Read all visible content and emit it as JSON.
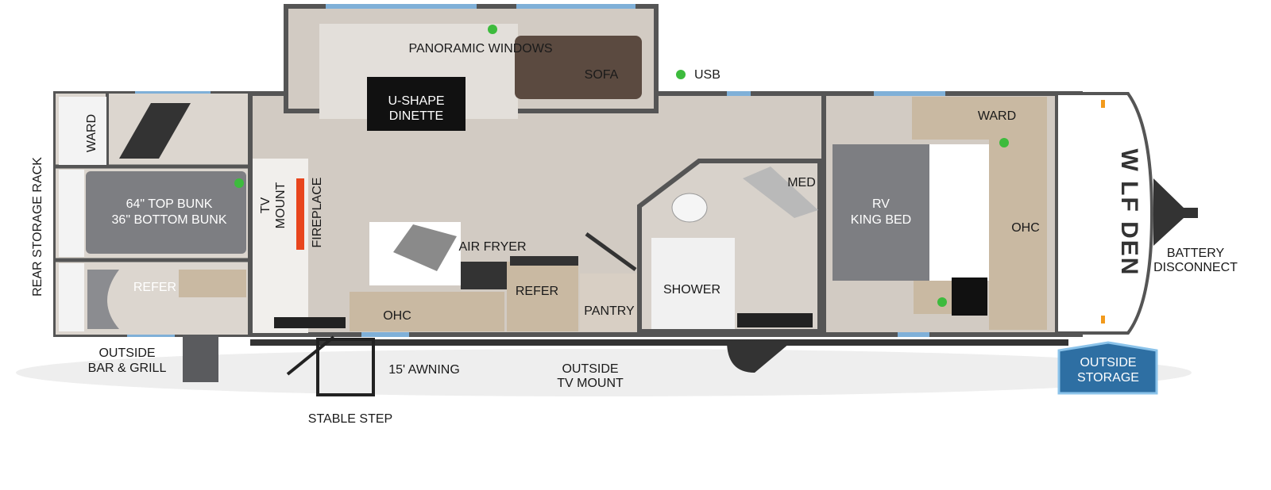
{
  "brand": "W LF DEN",
  "colors": {
    "wall": "#5a5b5e",
    "floor": "#cfc8c0",
    "bed": "#7d7e82",
    "cabinet": "#c9b9a2",
    "outlet": "#3dbb3d",
    "storage": "#2e6fa3",
    "window": "#7fb0d8"
  },
  "labels": {
    "panoramic_windows": "PANORAMIC WINDOWS",
    "sofa": "SOFA",
    "usb": "USB",
    "dinette_1": "U-SHAPE",
    "dinette_2": "DINETTE",
    "ward_rear": "WARD",
    "rear_storage_rack": "REAR STORAGE RACK",
    "bunk_1": "64\" TOP BUNK",
    "bunk_2": "36\" BOTTOM BUNK",
    "refer_rear": "REFER",
    "tv_mount_1": "TV",
    "tv_mount_2": "MOUNT",
    "fireplace": "FIREPLACE",
    "air_fryer": "AIR FRYER",
    "ohc_kitchen": "OHC",
    "refer_kitchen": "REFER",
    "pantry": "PANTRY",
    "med": "MED",
    "shower": "SHOWER",
    "rv_king_bed_1": "RV",
    "rv_king_bed_2": "KING BED",
    "ward_front": "WARD",
    "ohc_front": "OHC",
    "battery_1": "BATTERY",
    "battery_2": "DISCONNECT",
    "outside_bar_1": "OUTSIDE",
    "outside_bar_2": "BAR & GRILL",
    "awning": "15' AWNING",
    "outside_tv_1": "OUTSIDE",
    "outside_tv_2": "TV MOUNT",
    "stable_step": "STABLE STEP",
    "outside_storage_1": "OUTSIDE",
    "outside_storage_2": "STORAGE"
  }
}
